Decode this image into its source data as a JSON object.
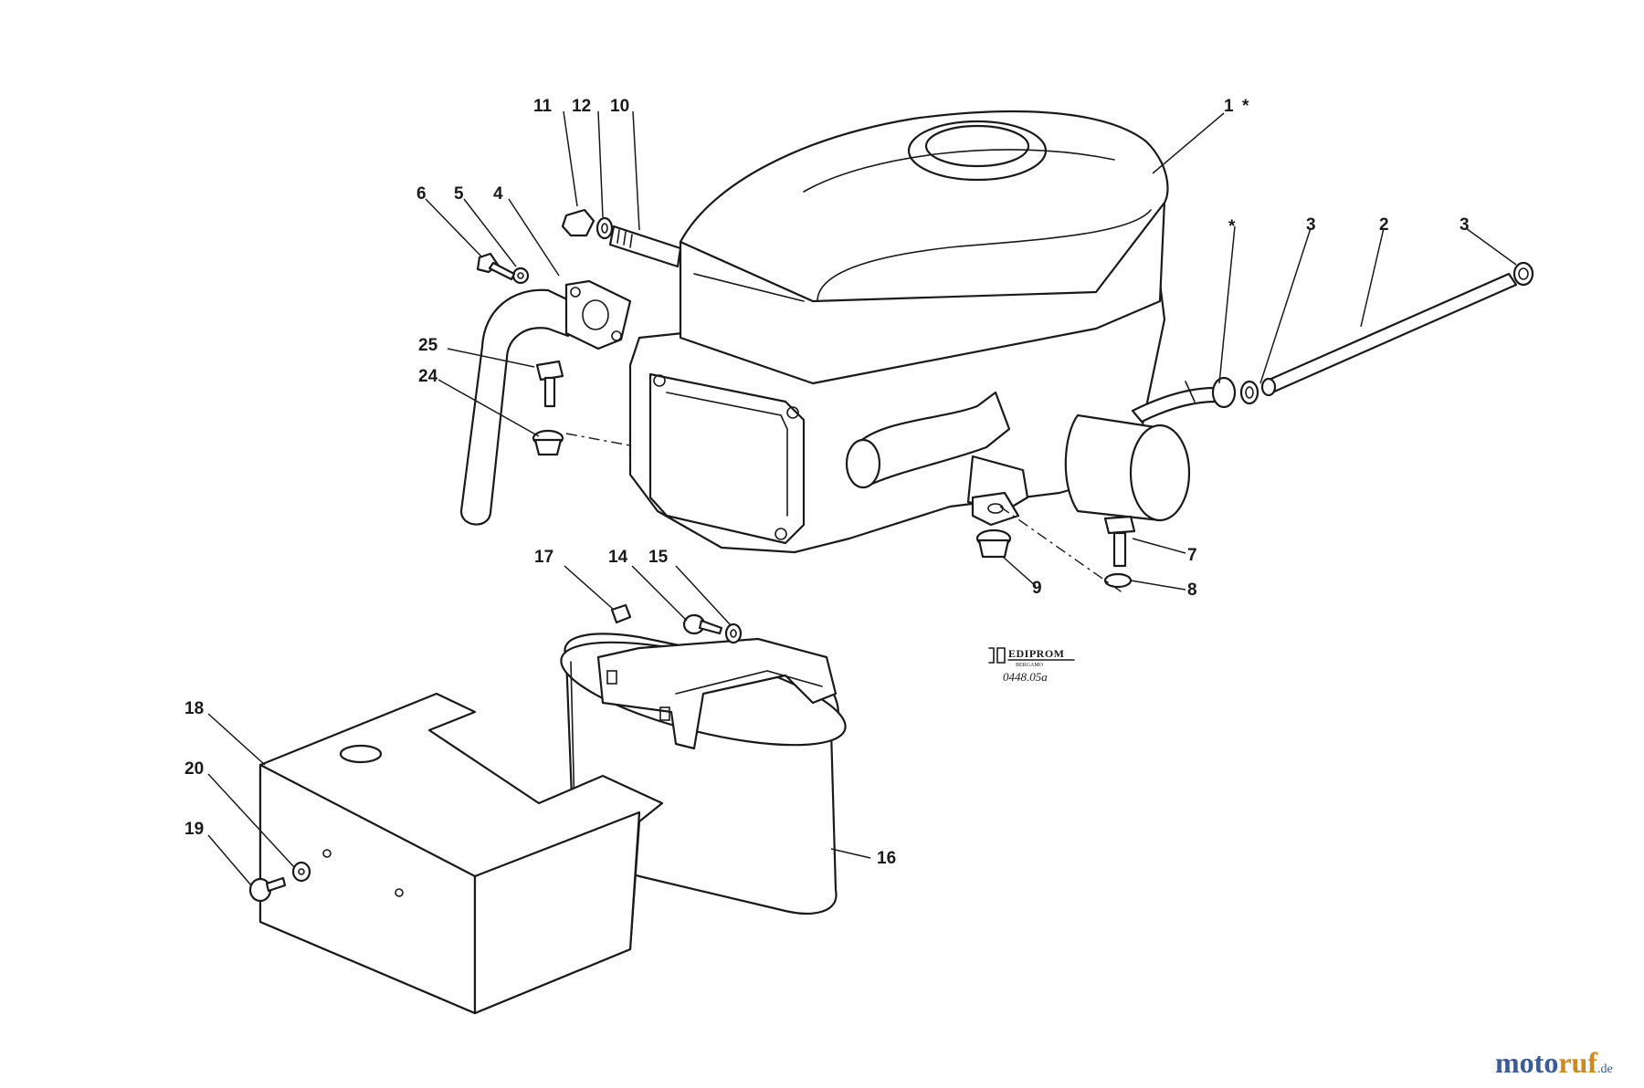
{
  "callouts": {
    "p1": "1",
    "p1_star": "*",
    "star": "*",
    "p2": "2",
    "p3a": "3",
    "p3b": "3",
    "p4": "4",
    "p5": "5",
    "p6": "6",
    "p7": "7",
    "p8": "8",
    "p9": "9",
    "p10": "10",
    "p11": "11",
    "p12": "12",
    "p14": "14",
    "p15": "15",
    "p16": "16",
    "p17": "17",
    "p18": "18",
    "p19": "19",
    "p20": "20",
    "p24": "24",
    "p25": "25"
  },
  "stamp": {
    "title": "EDIPROM",
    "subtitle": "BERGAMO",
    "drawing_number": "0448.05a"
  },
  "watermark": {
    "part_a": "moto",
    "part_b": "ruf",
    "part_c": ".de"
  }
}
